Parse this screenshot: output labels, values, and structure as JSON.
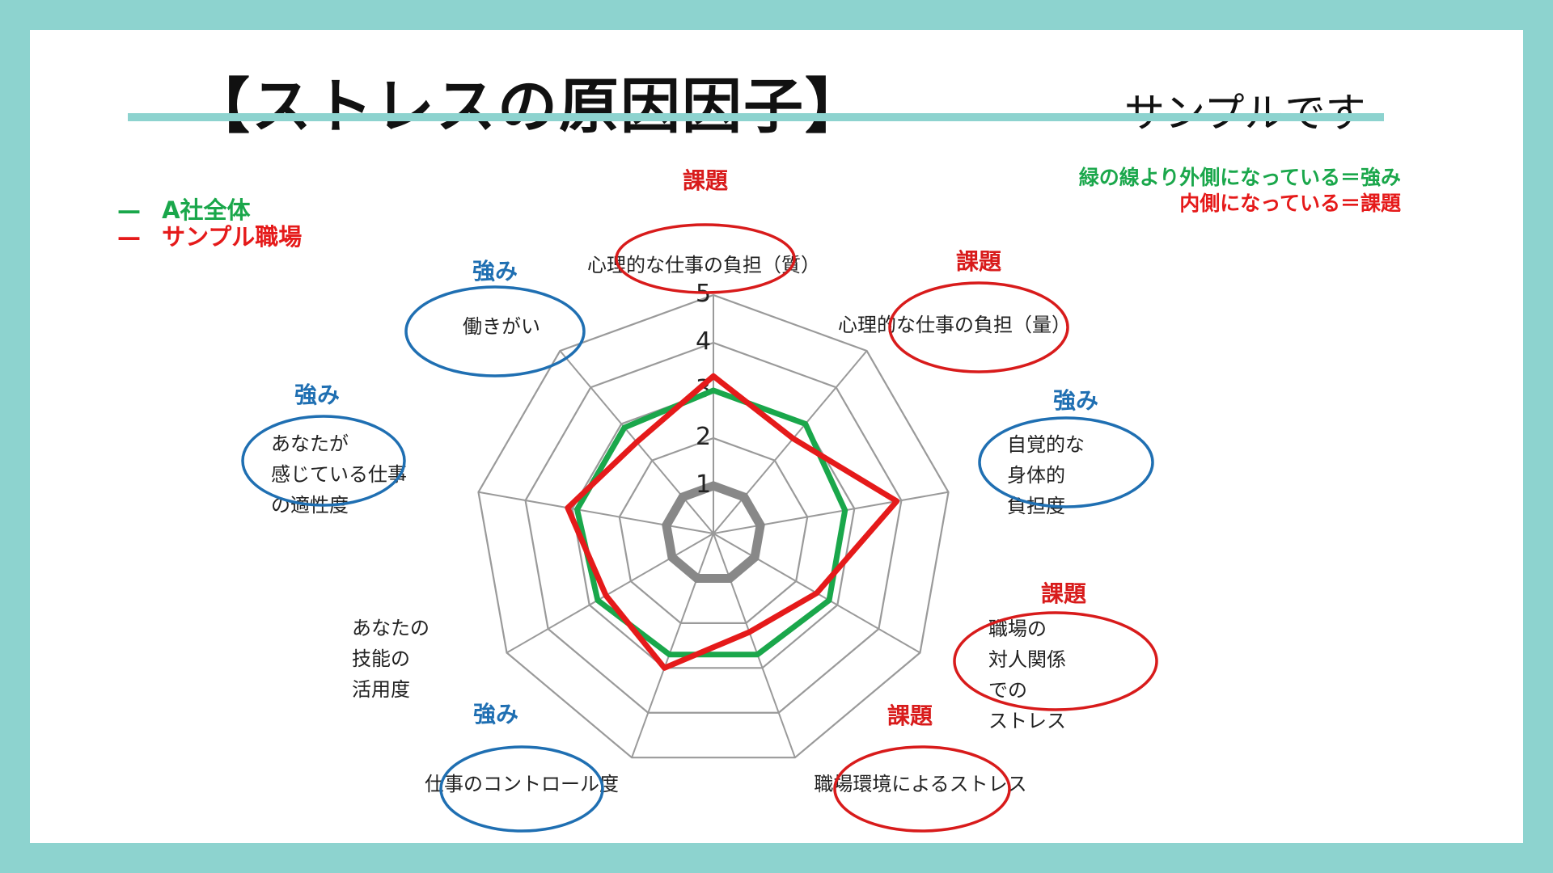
{
  "title": "【ストレスの原因因子】",
  "sample_label": "サンプルです",
  "legend": [
    {
      "marker": "—",
      "name": "A社全体",
      "color": "#1aa74b"
    },
    {
      "marker": "—",
      "name": "サンプル職場",
      "color": "#e51a1a"
    }
  ],
  "notes": {
    "line1": "緑の線より外側になっている＝強み",
    "line2": "内側になっている＝課題",
    "line1_color": "#1aa74b",
    "line2_color": "#e51a1a"
  },
  "tags": {
    "strength": "強み",
    "issue": "課題",
    "strength_color": "#1f6fb2",
    "issue_color": "#d81b1b"
  },
  "chart_data": {
    "type": "radar",
    "rmax": 5,
    "ticks": [
      "1",
      "2",
      "3",
      "4",
      "5"
    ],
    "axes": [
      {
        "label": [
          "心理的な仕事の負担（質）"
        ],
        "tag": "issue"
      },
      {
        "label": [
          "心理的な仕事の負担（量）"
        ],
        "tag": "issue"
      },
      {
        "label": [
          "自覚的な",
          "身体的",
          "負担度"
        ],
        "tag": "strength"
      },
      {
        "label": [
          "職場の",
          "対人関係",
          "での",
          "ストレス"
        ],
        "tag": "issue"
      },
      {
        "label": [
          "職場環境によるストレス"
        ],
        "tag": "issue"
      },
      {
        "label": [
          "仕事のコントロール度"
        ],
        "tag": "strength"
      },
      {
        "label": [
          "あなたの",
          "技能の",
          "活用度"
        ],
        "tag": ""
      },
      {
        "label": [
          "あなたが",
          "感じている仕事",
          "の適性度"
        ],
        "tag": "strength"
      },
      {
        "label": [
          "働きがい"
        ],
        "tag": "strength"
      }
    ],
    "series": [
      {
        "name": "A社全体",
        "color": "#1aa74b",
        "values": [
          3.0,
          3.0,
          2.8,
          2.8,
          2.7,
          2.7,
          2.8,
          2.9,
          2.9
        ]
      },
      {
        "name": "サンプル職場",
        "color": "#e51a1a",
        "values": [
          3.3,
          2.6,
          3.9,
          2.5,
          2.2,
          3.0,
          2.6,
          3.1,
          2.5
        ]
      }
    ],
    "inner_ring": {
      "value": 1,
      "color": "#888888"
    }
  }
}
